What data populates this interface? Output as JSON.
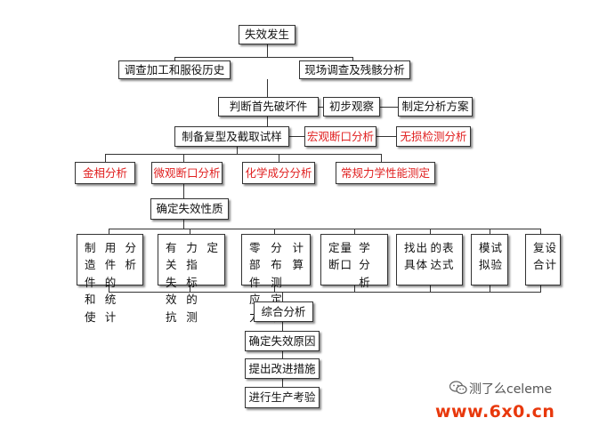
{
  "flowchart": {
    "start": "失效发生",
    "branch_left": "调查加工和服役历史",
    "branch_right": "现场调查及残骸分析",
    "judge_first": "判断首先破坏件",
    "initial_obs": "初步观察",
    "plan": "制定分析方案",
    "prepare": "制备复型及截取试样",
    "macro": "宏观断口分析",
    "ndt": "无损检测分析",
    "metallo": "金相分析",
    "micro": "微观断口分析",
    "chem": "化学成分分析",
    "mech": "常规力学性能测定",
    "determine": "确定失效性质",
    "analyses": [
      {
        "lines": [
          "制造件和使",
          "用件的统计",
          "分析"
        ]
      },
      {
        "lines": [
          "有关失效抗",
          "力指标的测",
          "定"
        ]
      },
      {
        "lines": [
          "零部件应力",
          "分布测定及",
          "计算"
        ]
      },
      {
        "lines": [
          "定量断口",
          "学分析"
        ]
      },
      {
        "lines": [
          "找出具体",
          "的表达式"
        ]
      },
      {
        "lines": [
          "模拟",
          "试验"
        ]
      },
      {
        "lines": [
          "复合",
          "设计"
        ]
      }
    ],
    "synthesis": "综合分析",
    "cause": "确定失效原因",
    "improve": "提出改进措施",
    "production": "进行生产考验"
  },
  "watermark": {
    "account": "测了么celeme",
    "site": "www.6x0.cn"
  },
  "colors": {
    "highlight_text": "#e02020",
    "site_text": "#e8380c",
    "border": "#333333"
  }
}
